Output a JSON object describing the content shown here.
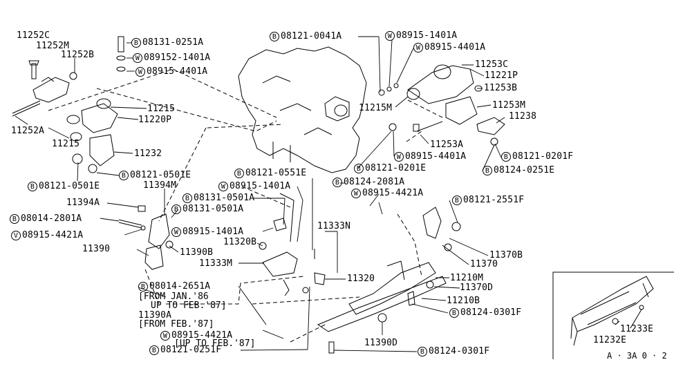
{
  "labels": {
    "l11252C": "11252C",
    "l11252M": "11252M",
    "l11252B": "11252B",
    "l11252A": "11252A",
    "l11215a": "11215",
    "l11215b": "11215",
    "l11220P": "11220P",
    "l11232": "11232",
    "l11394M": "11394M",
    "l11394A": "11394A",
    "l11390": "11390",
    "l11390B": "11390B",
    "l11320B": "11320B",
    "l11333M": "11333M",
    "l11333N": "11333N",
    "l11320": "11320",
    "l11215M": "11215M",
    "l11221P": "11221P",
    "l11253C": "11253C",
    "l11253B": "11253B",
    "l11253M": "11253M",
    "l11238": "11238",
    "l11253A": "11253A",
    "l11370B": "11370B",
    "l11370": "11370",
    "l11210M": "11210M",
    "l11370D": "11370D",
    "l11210B": "11210B",
    "l11390D": "11390D",
    "l11390A": "11390A",
    "l11233E": "11233E",
    "l11232E": "11232E"
  },
  "circled": {
    "b1": {
      "letter": "B",
      "code": "08131-0251A"
    },
    "w1": {
      "letter": "W",
      "code": "089152-1401A"
    },
    "w2": {
      "letter": "W",
      "code": "08915-4401A"
    },
    "b2": {
      "letter": "B",
      "code": "08121-0501E"
    },
    "b3": {
      "letter": "B",
      "code": "08121-0501E"
    },
    "b4": {
      "letter": "B",
      "code": "08121-0551E"
    },
    "w3": {
      "letter": "W",
      "code": "08915-1401A"
    },
    "b5": {
      "letter": "B",
      "code": "08131-0501A"
    },
    "b6": {
      "letter": "B",
      "code": "08131-0501A"
    },
    "b7": {
      "letter": "B",
      "code": "08014-2801A"
    },
    "w4": {
      "letter": "W",
      "code": "08915-1401A"
    },
    "v1": {
      "letter": "V",
      "code": "08915-4421A"
    },
    "b8": {
      "letter": "B",
      "code": "08014-2651A"
    },
    "w5": {
      "letter": "W",
      "code": "08915-4421A"
    },
    "b9": {
      "letter": "B",
      "code": "08121-0251F"
    },
    "b10": {
      "letter": "B",
      "code": "08121-0041A"
    },
    "w6": {
      "letter": "W",
      "code": "08915-1401A"
    },
    "w7": {
      "letter": "W",
      "code": "08915-4401A"
    },
    "w8": {
      "letter": "W",
      "code": "08915-4401A"
    },
    "b11": {
      "letter": "B",
      "code": "08121-0201F"
    },
    "b12": {
      "letter": "B",
      "code": "08124-0251E"
    },
    "b13": {
      "letter": "B",
      "code": "08121-0201E"
    },
    "b14": {
      "letter": "B",
      "code": "08124-2081A"
    },
    "w9": {
      "letter": "W",
      "code": "08915-4421A"
    },
    "b15": {
      "letter": "B",
      "code": "08121-2551F"
    },
    "b16": {
      "letter": "B",
      "code": "08124-0301F"
    },
    "b17": {
      "letter": "B",
      "code": "08124-0301F"
    }
  },
  "notes": {
    "n1": "[FROM JAN.'86",
    "n2": "UP TO FEB.'87]",
    "n3": "[FROM FEB.'87]",
    "n4": "[UP TO FEB.'87]",
    "ref": "A · 3A 0 · 2"
  }
}
